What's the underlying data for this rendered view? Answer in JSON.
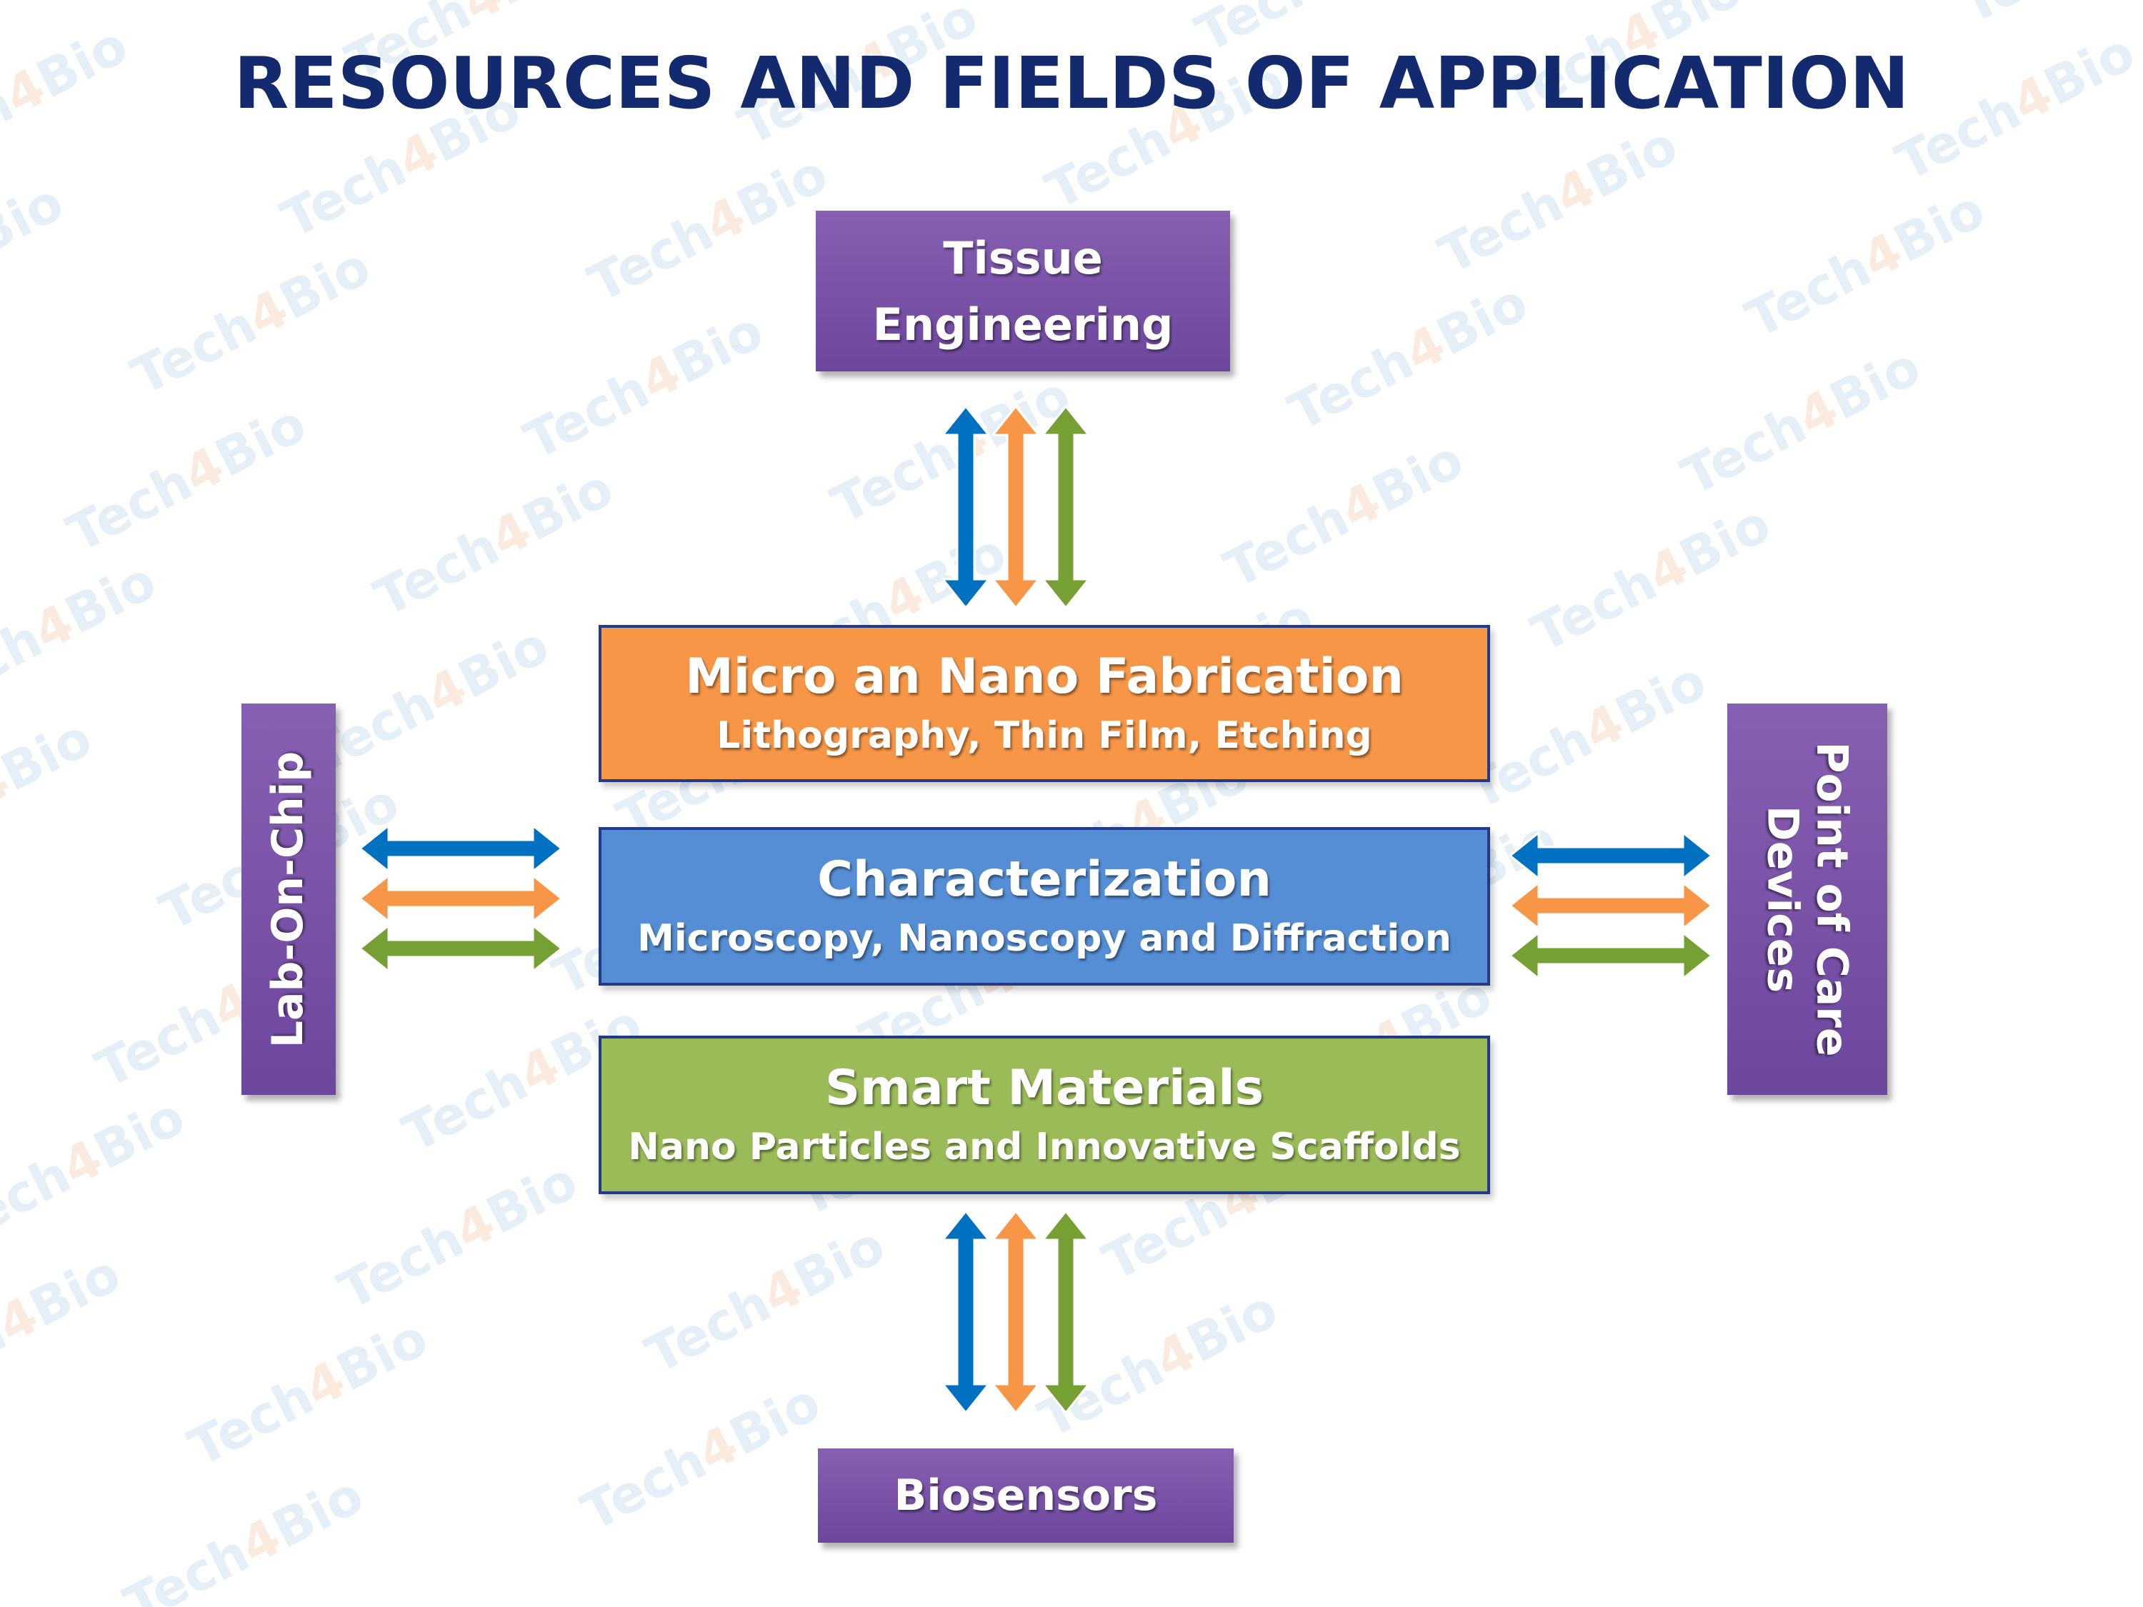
{
  "title": "RESOURCES AND FIELDS OF APPLICATION",
  "watermark": {
    "part1": "Tech",
    "part2": "4",
    "part3": "Bio"
  },
  "colors": {
    "title": "#142a6e",
    "purple": "#7852a8",
    "orange": "#f79646",
    "blue": "#558ed5",
    "green": "#9bbb59",
    "arrow_blue": "#0070c0",
    "arrow_orange": "#f79646",
    "arrow_green": "#77a034",
    "border": "#233a8a"
  },
  "applications": {
    "tissue_engineering": {
      "line1": "Tissue",
      "line2": "Engineering"
    },
    "lab_on_chip": "Lab-On-Chip",
    "point_of_care": {
      "line1": "Point of Care",
      "line2": "Devices"
    },
    "biosensors": "Biosensors"
  },
  "resources": {
    "fabrication": {
      "title": "Micro an Nano Fabrication",
      "subtitle": "Lithography, Thin Film, Etching"
    },
    "characterization": {
      "title": "Characterization",
      "subtitle": "Microscopy, Nanoscopy and Diffraction"
    },
    "smart_materials": {
      "title": "Smart Materials",
      "subtitle": "Nano Particles and Innovative Scaffolds"
    }
  }
}
